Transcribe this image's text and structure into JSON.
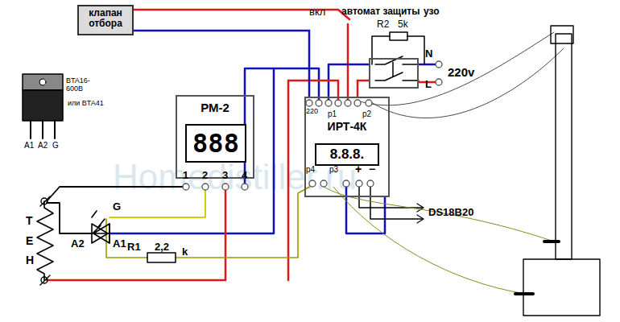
{
  "diagram": {
    "nodes": [
      {
        "text": [
          "клапан отбора"
        ]
      },
      {
        "text": [
          "РМ-2"
        ]
      },
      {
        "text": [
          "888"
        ],
        "in": 1
      },
      {
        "text": [
          "ИРТ-4К"
        ]
      },
      {
        "text": [
          "8.8.8."
        ],
        "in": 3
      },
      {
        "text": [
          "автомат защиты",
          "узо"
        ]
      }
    ],
    "edges": [
      {
        "from": 0,
        "to": 3,
        "arrow": "none"
      },
      {
        "from": 5,
        "to": 3,
        "arrow": "none"
      }
    ],
    "labels": [
      "вкл",
      "R2",
      "5k",
      "N",
      "L",
      "220v",
      "BTA16-600B",
      "или BTA41",
      "A1",
      "A2",
      "G",
      "1",
      "2",
      "3",
      "4",
      "220",
      "p1",
      "p2",
      "p4",
      "p3",
      "+",
      "−",
      "DS18B20",
      "G",
      "A2",
      "A1",
      "R1",
      "2,2",
      "k",
      "ТЕН",
      "Homedistiller.ru"
    ]
  }
}
